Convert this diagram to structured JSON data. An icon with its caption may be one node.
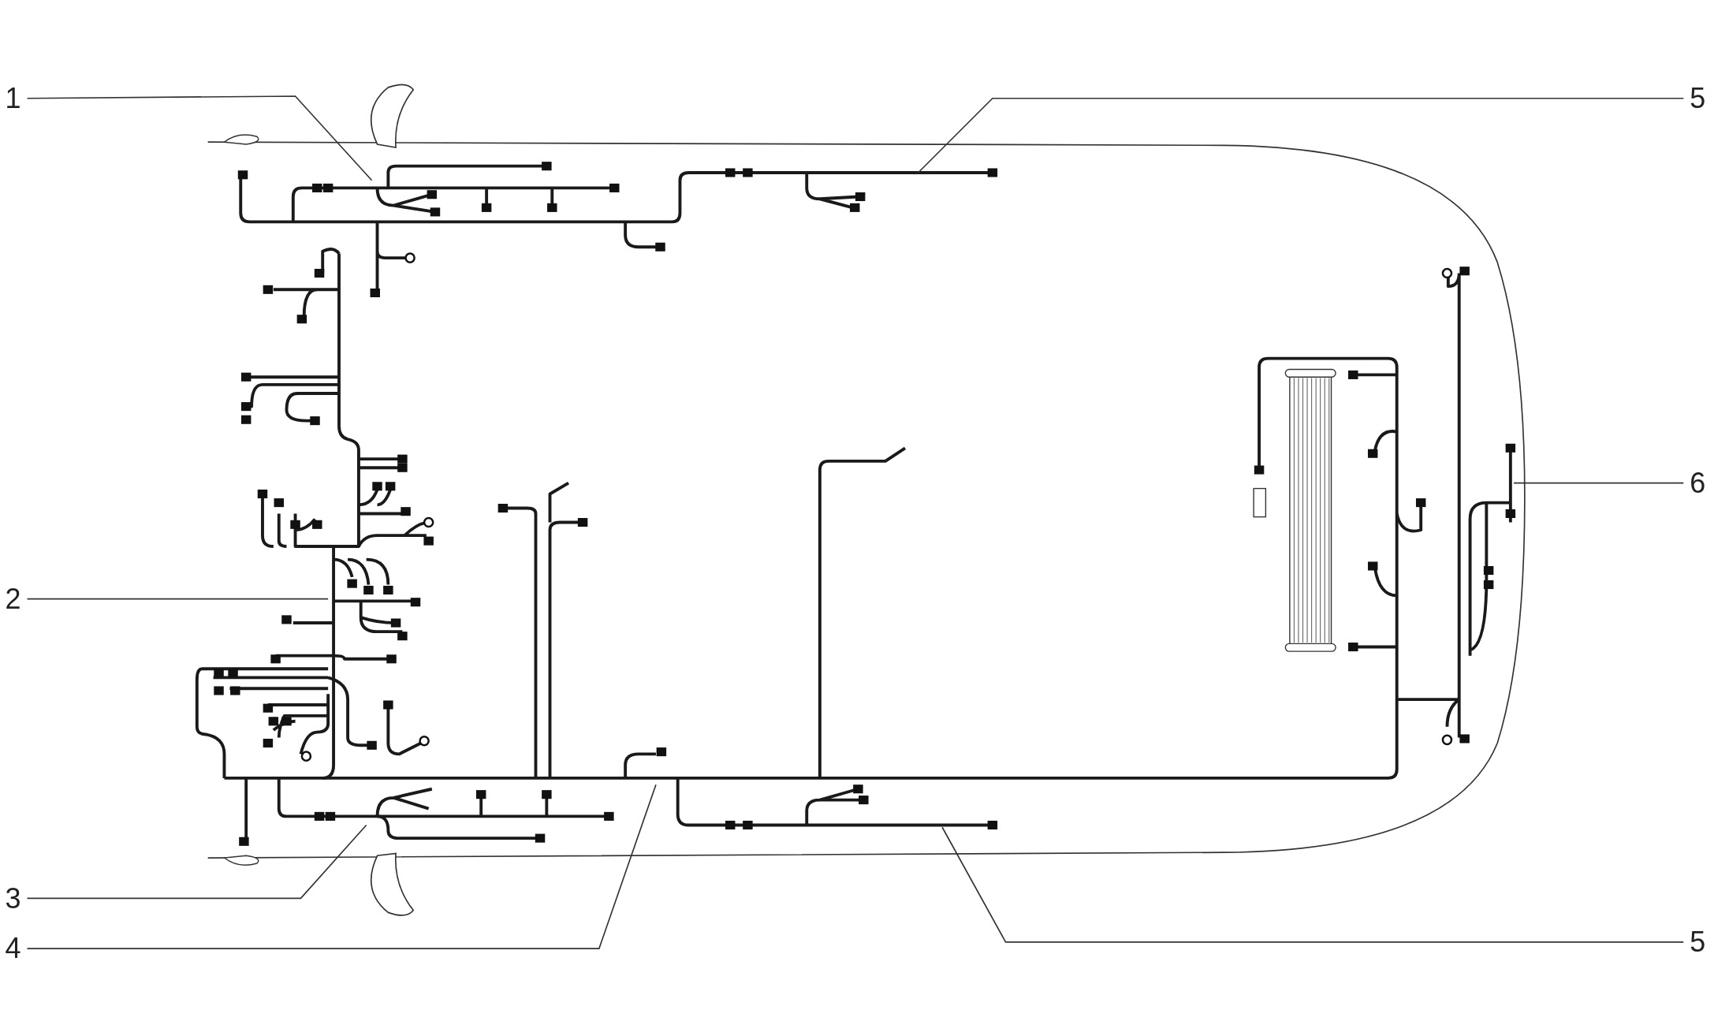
{
  "diagram": {
    "nodes": [
      {
        "text": [
          "1"
        ]
      },
      {
        "text": [
          "5"
        ]
      },
      {
        "text": [
          "6"
        ]
      },
      {
        "text": [
          "2"
        ]
      },
      {
        "text": [
          "3"
        ]
      },
      {
        "text": [
          "5"
        ]
      },
      {
        "text": [
          "4"
        ]
      }
    ],
    "edges": [
      {
        "from": 0,
        "to": null,
        "arrow": "none"
      },
      {
        "from": 1,
        "to": null,
        "arrow": "none"
      },
      {
        "from": 2,
        "to": null,
        "arrow": "none"
      },
      {
        "from": 3,
        "to": null,
        "arrow": "none"
      },
      {
        "from": 4,
        "to": null,
        "arrow": "none"
      },
      {
        "from": 5,
        "to": null,
        "arrow": "none"
      },
      {
        "from": 6,
        "to": null,
        "arrow": "none"
      }
    ]
  }
}
